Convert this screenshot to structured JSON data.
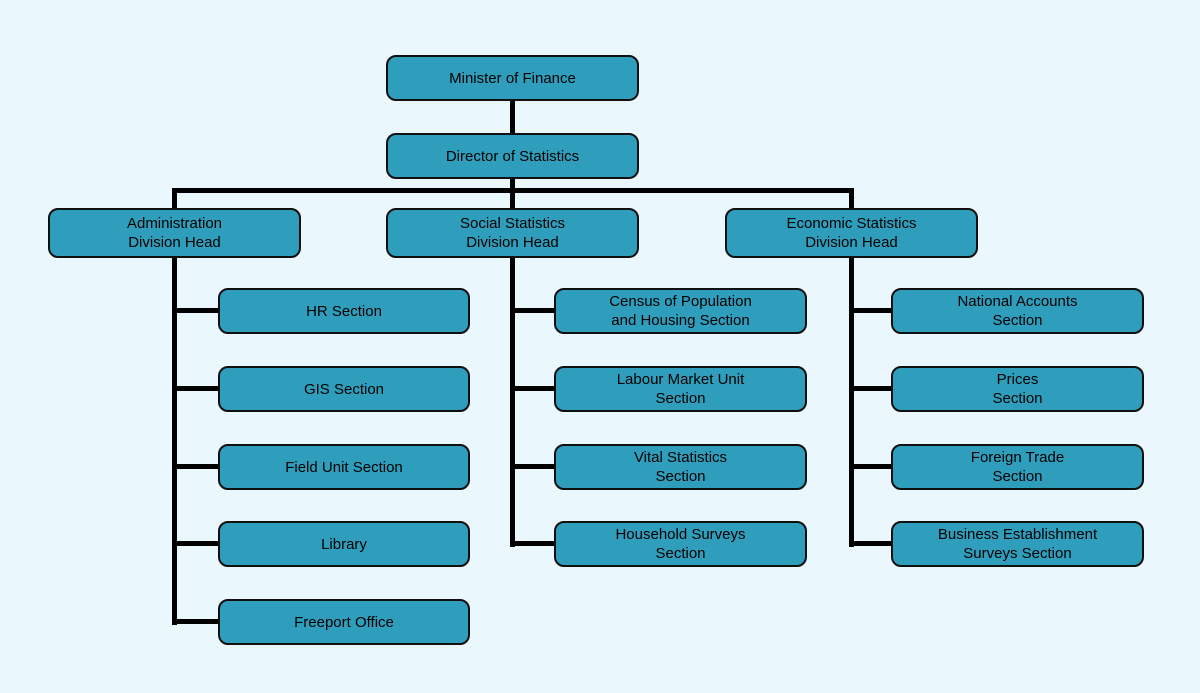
{
  "theme": {
    "page-bg": "#EAF8FE",
    "node-fill": "#2E9EBC",
    "node-border": "#101010",
    "node-text": "#000000",
    "line-color": "#000000"
  },
  "org": {
    "minister": {
      "label": "Minister of Finance"
    },
    "director": {
      "label": "Director of Statistics"
    },
    "divisions": [
      {
        "label": "Administration\nDivision Head",
        "children": [
          {
            "label": "HR Section"
          },
          {
            "label": "GIS Section"
          },
          {
            "label": "Field Unit Section"
          },
          {
            "label": "Library"
          },
          {
            "label": "Freeport Office"
          }
        ]
      },
      {
        "label": "Social Statistics\nDivision Head",
        "children": [
          {
            "label": "Census of Population\nand Housing Section"
          },
          {
            "label": "Labour Market Unit\nSection"
          },
          {
            "label": "Vital Statistics\nSection"
          },
          {
            "label": "Household Surveys\nSection"
          }
        ]
      },
      {
        "label": "Economic Statistics\nDivision Head",
        "children": [
          {
            "label": "National Accounts\nSection"
          },
          {
            "label": "Prices\nSection"
          },
          {
            "label": "Foreign Trade\nSection"
          },
          {
            "label": "Business Establishment\nSurveys Section"
          }
        ]
      }
    ]
  }
}
